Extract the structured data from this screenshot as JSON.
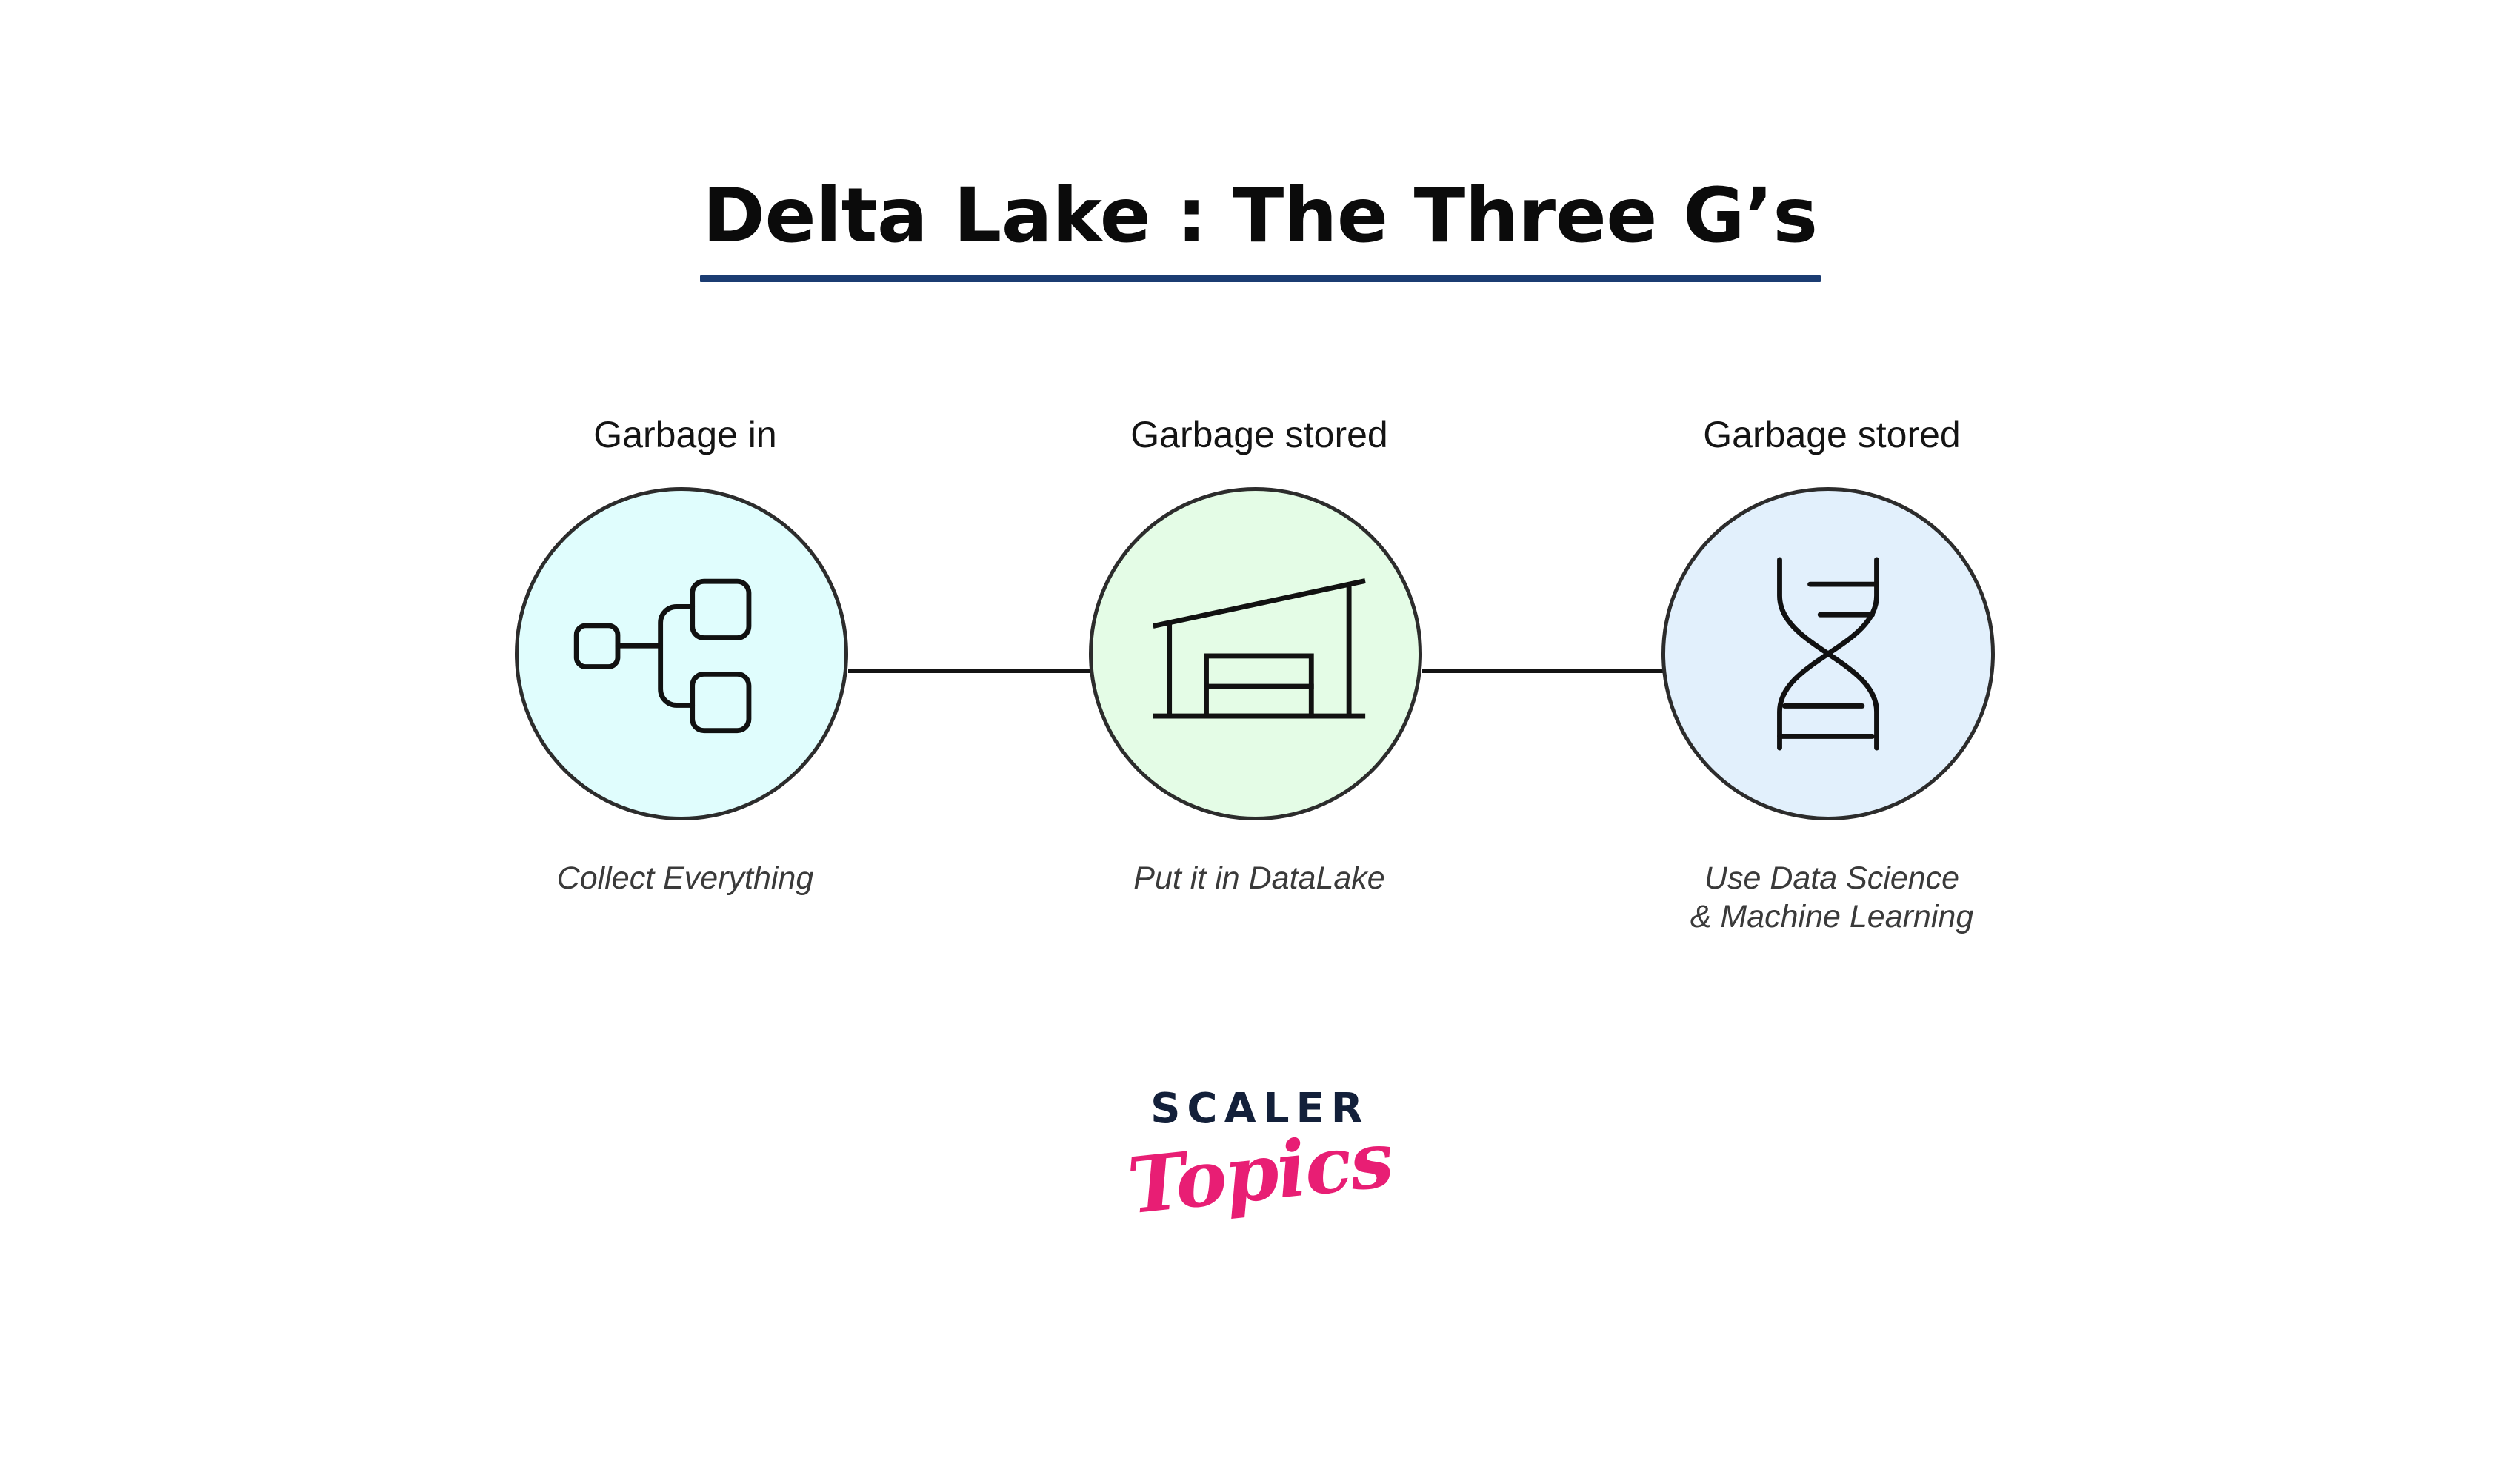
{
  "title": {
    "text": "Delta Lake : The Three G’s",
    "underline_color": "#1b3c72"
  },
  "diagram": {
    "type": "process-flow",
    "orientation": "horizontal",
    "nodes": [
      {
        "label": "Garbage in",
        "caption": "Collect Everything",
        "icon": "hierarchy-icon",
        "circle_color": "#e0fdfd",
        "stroke_color": "#2c2c2c"
      },
      {
        "label": "Garbage stored",
        "caption": "Put it in DataLake",
        "icon": "warehouse-icon",
        "circle_color": "#e4fce6",
        "stroke_color": "#2c2c2c"
      },
      {
        "label": "Garbage stored",
        "caption": "Use Data Science\n& Machine Learning",
        "icon": "dna-helix-icon",
        "circle_color": "#e2f0fc",
        "stroke_color": "#2c2c2c"
      }
    ],
    "connectors": [
      {
        "from": "Garbage in",
        "to": "Garbage stored"
      },
      {
        "from": "Garbage stored",
        "to": "Garbage stored"
      }
    ]
  },
  "logo": {
    "primary": "SCALER",
    "secondary": "Topics",
    "primary_color": "#13203a",
    "secondary_color": "#e81e74"
  }
}
